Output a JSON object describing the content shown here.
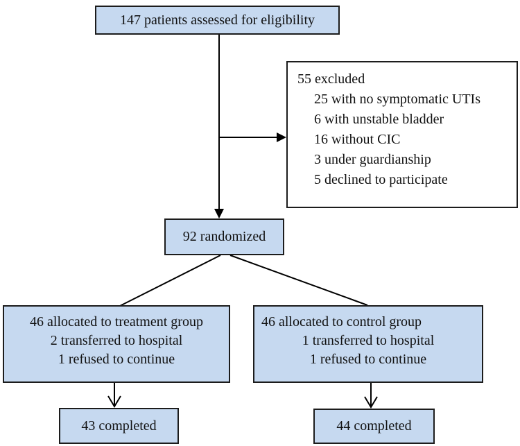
{
  "colors": {
    "box_fill": "#c6d9f0",
    "box_border": "#1c1c1c",
    "connector": "#000000",
    "excluded_fill": "#ffffff",
    "canvas_bg": "#ffffff"
  },
  "boxes": {
    "eligibility": {
      "text": "147 patients assessed for eligibility"
    },
    "excluded": {
      "title": "55 excluded",
      "items": [
        "25 with no symptomatic UTIs",
        "6 with unstable bladder",
        "16 without CIC",
        "3 under guardianship",
        "5 declined to participate"
      ]
    },
    "randomized": {
      "text": "92 randomized"
    },
    "treatment": {
      "lines": [
        "46 allocated to treatment group",
        "2 transferred to hospital",
        "1 refused to continue"
      ]
    },
    "control": {
      "lines": [
        "46 allocated to control group",
        "1 transferred to hospital",
        "1 refused to continue"
      ]
    },
    "treatment_completed": {
      "text": "43 completed"
    },
    "control_completed": {
      "text": "44 completed"
    }
  }
}
